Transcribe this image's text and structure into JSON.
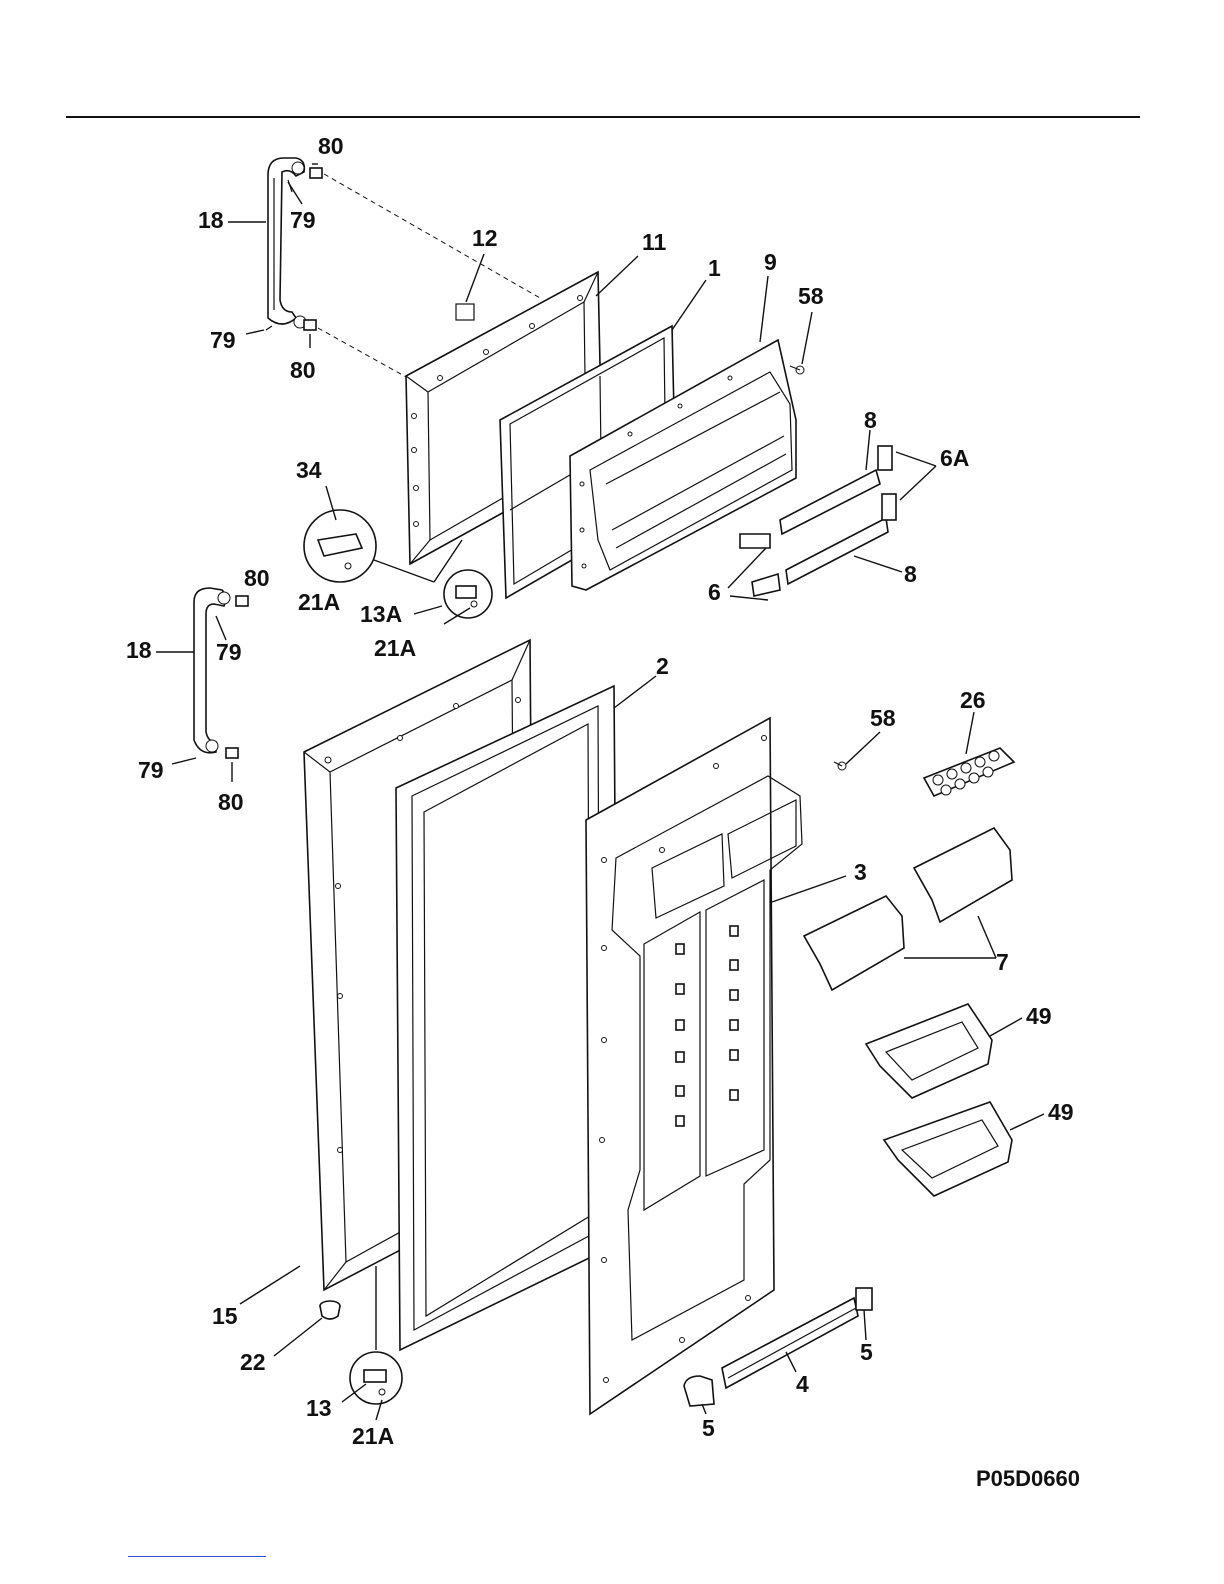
{
  "callouts": [
    {
      "id": "c80a",
      "text": "80"
    },
    {
      "id": "c18a",
      "text": "18"
    },
    {
      "id": "c79a",
      "text": "79"
    },
    {
      "id": "c12",
      "text": "12"
    },
    {
      "id": "c11",
      "text": "11"
    },
    {
      "id": "c1",
      "text": "1"
    },
    {
      "id": "c9",
      "text": "9"
    },
    {
      "id": "c58a",
      "text": "58"
    },
    {
      "id": "c79b",
      "text": "79"
    },
    {
      "id": "c80b",
      "text": "80"
    },
    {
      "id": "c8a",
      "text": "8"
    },
    {
      "id": "c6A",
      "text": "6A"
    },
    {
      "id": "c34",
      "text": "34"
    },
    {
      "id": "c80c",
      "text": "80"
    },
    {
      "id": "c21Aa",
      "text": "21A"
    },
    {
      "id": "c13A",
      "text": "13A"
    },
    {
      "id": "c6",
      "text": "6"
    },
    {
      "id": "c8b",
      "text": "8"
    },
    {
      "id": "c18b",
      "text": "18"
    },
    {
      "id": "c79c",
      "text": "79"
    },
    {
      "id": "c21Ab",
      "text": "21A"
    },
    {
      "id": "c2",
      "text": "2"
    },
    {
      "id": "c58b",
      "text": "58"
    },
    {
      "id": "c26",
      "text": "26"
    },
    {
      "id": "c79d",
      "text": "79"
    },
    {
      "id": "c80d",
      "text": "80"
    },
    {
      "id": "c3",
      "text": "3"
    },
    {
      "id": "c7",
      "text": "7"
    },
    {
      "id": "c49a",
      "text": "49"
    },
    {
      "id": "c49b",
      "text": "49"
    },
    {
      "id": "c15",
      "text": "15"
    },
    {
      "id": "c22",
      "text": "22"
    },
    {
      "id": "c5a",
      "text": "5"
    },
    {
      "id": "c4",
      "text": "4"
    },
    {
      "id": "c13",
      "text": "13"
    },
    {
      "id": "c21Ac",
      "text": "21A"
    },
    {
      "id": "c5b",
      "text": "5"
    }
  ],
  "diagram_code": "P05D0660"
}
